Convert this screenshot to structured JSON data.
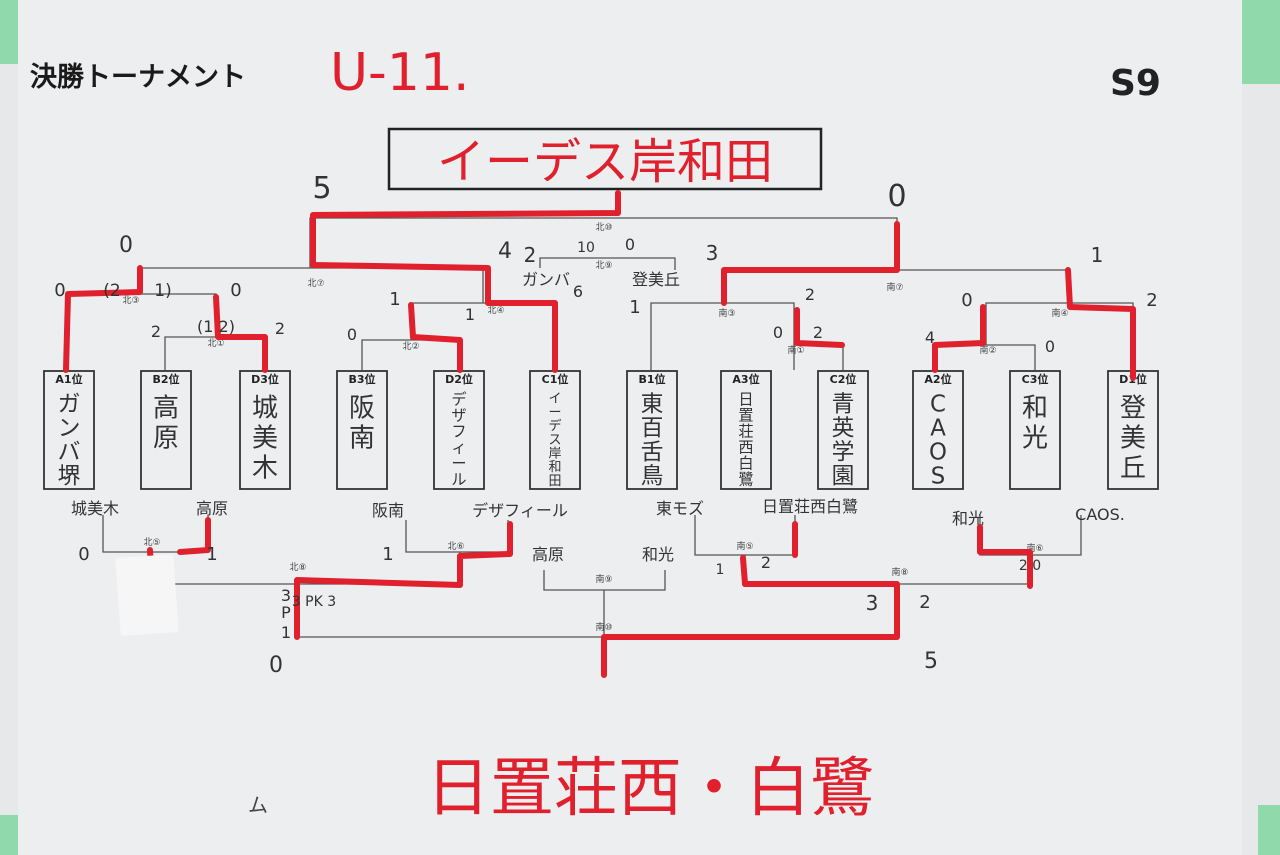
{
  "header": {
    "title": "決勝トーナメント",
    "age_group": "U-11.",
    "sheet_code": "S9"
  },
  "winner": "イーデス岸和田",
  "runner_up": "日置荘西・白鷺",
  "teams": [
    {
      "seed": "A1位",
      "name": "ガンバ堺"
    },
    {
      "seed": "B2位",
      "name": "高原"
    },
    {
      "seed": "D3位",
      "name": "城美木"
    },
    {
      "seed": "B3位",
      "name": "阪南"
    },
    {
      "seed": "D2位",
      "name": "デザフィール"
    },
    {
      "seed": "C1位",
      "name": "イーデス岸和田"
    },
    {
      "seed": "B1位",
      "name": "東百舌鳥"
    },
    {
      "seed": "A3位",
      "name": "日置荘西白鷺"
    },
    {
      "seed": "C2位",
      "name": "青英学園"
    },
    {
      "seed": "A2位",
      "name": "CAOS"
    },
    {
      "seed": "C3位",
      "name": "和光"
    },
    {
      "seed": "D1位",
      "name": "登美丘"
    }
  ],
  "match_labels": {
    "n1": "北①",
    "n2": "北②",
    "n3": "北③",
    "n4": "北④",
    "n5": "北⑤",
    "n6": "北⑥",
    "n7": "北⑦",
    "n8": "北⑧",
    "n9": "北⑨",
    "n10": "北⑩",
    "s1": "南①",
    "s2": "南②",
    "s3": "南③",
    "s4": "南④",
    "s5": "南⑤",
    "s6": "南⑥",
    "s7": "南⑦",
    "s8": "南⑧",
    "s9": "南⑨",
    "s10": "南⑩"
  },
  "consolation_names": {
    "n5_left": "城美木",
    "n5_right": "高原",
    "n6_left": "阪南",
    "n6_right": "デザフィール",
    "s5_left": "東モズ",
    "s5_right": "日置荘西白鷺",
    "s6_left": "和光",
    "s6_right": "CAOS.",
    "s9_left": "高原",
    "s9_right": "和光",
    "n9_left": "ガンバ",
    "n9_right": "登美丘"
  },
  "scores": {
    "final_left": "5",
    "final_right": "0",
    "n7_left": "0",
    "n7_right": "4",
    "n3_left": "0",
    "n3_right": "0",
    "n3_paren_left": "(2",
    "n3_paren_right": "1)",
    "n1_left": "2",
    "n1_right": "2",
    "n1_paren": "(1 2)",
    "n2_left": "0",
    "n2_right": "1",
    "n4_left": "1",
    "n4_right": "2",
    "n9_left": "10",
    "n9_right": "0",
    "n9_ganba": "6",
    "s7_left": "3",
    "s7_right": "1",
    "s3_left": "1",
    "s3_right": "2",
    "s1_left": "0",
    "s1_right": "2",
    "s4_left": "0",
    "s4_right": "2",
    "s2_left": "4",
    "s2_right": "0",
    "n5_left": "0",
    "n5_right": "1",
    "n6_left": "1",
    "n8_top": "3",
    "n8_pk": "3 PK 3",
    "n8_p": "P",
    "n8_l": "1",
    "n10_left": "0",
    "s5_left": "1",
    "s5_right": "2",
    "s6_right": "2 0",
    "s8_left": "3",
    "s8_right": "2",
    "s10_right": "5"
  },
  "colors": {
    "paper": "#eceef0",
    "line": "#555555",
    "winner_path": "#e0202c",
    "ink": "#333333"
  },
  "notes": {
    "corner_mark": "ム"
  }
}
